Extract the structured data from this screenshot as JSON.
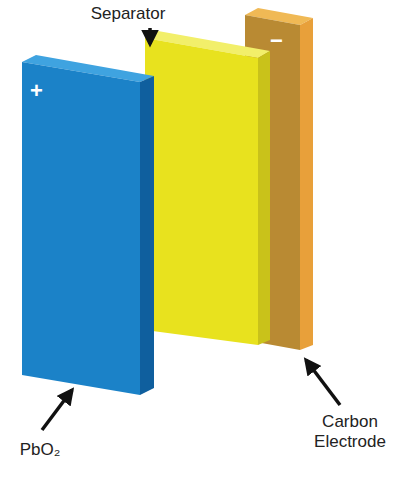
{
  "diagram": {
    "nodes": [
      {
        "text": [
          "−"
        ]
      },
      {
        "text": [
          "+"
        ]
      }
    ],
    "labels": [
      "Separator",
      "PbO₂",
      "Carbon Electrode"
    ]
  }
}
